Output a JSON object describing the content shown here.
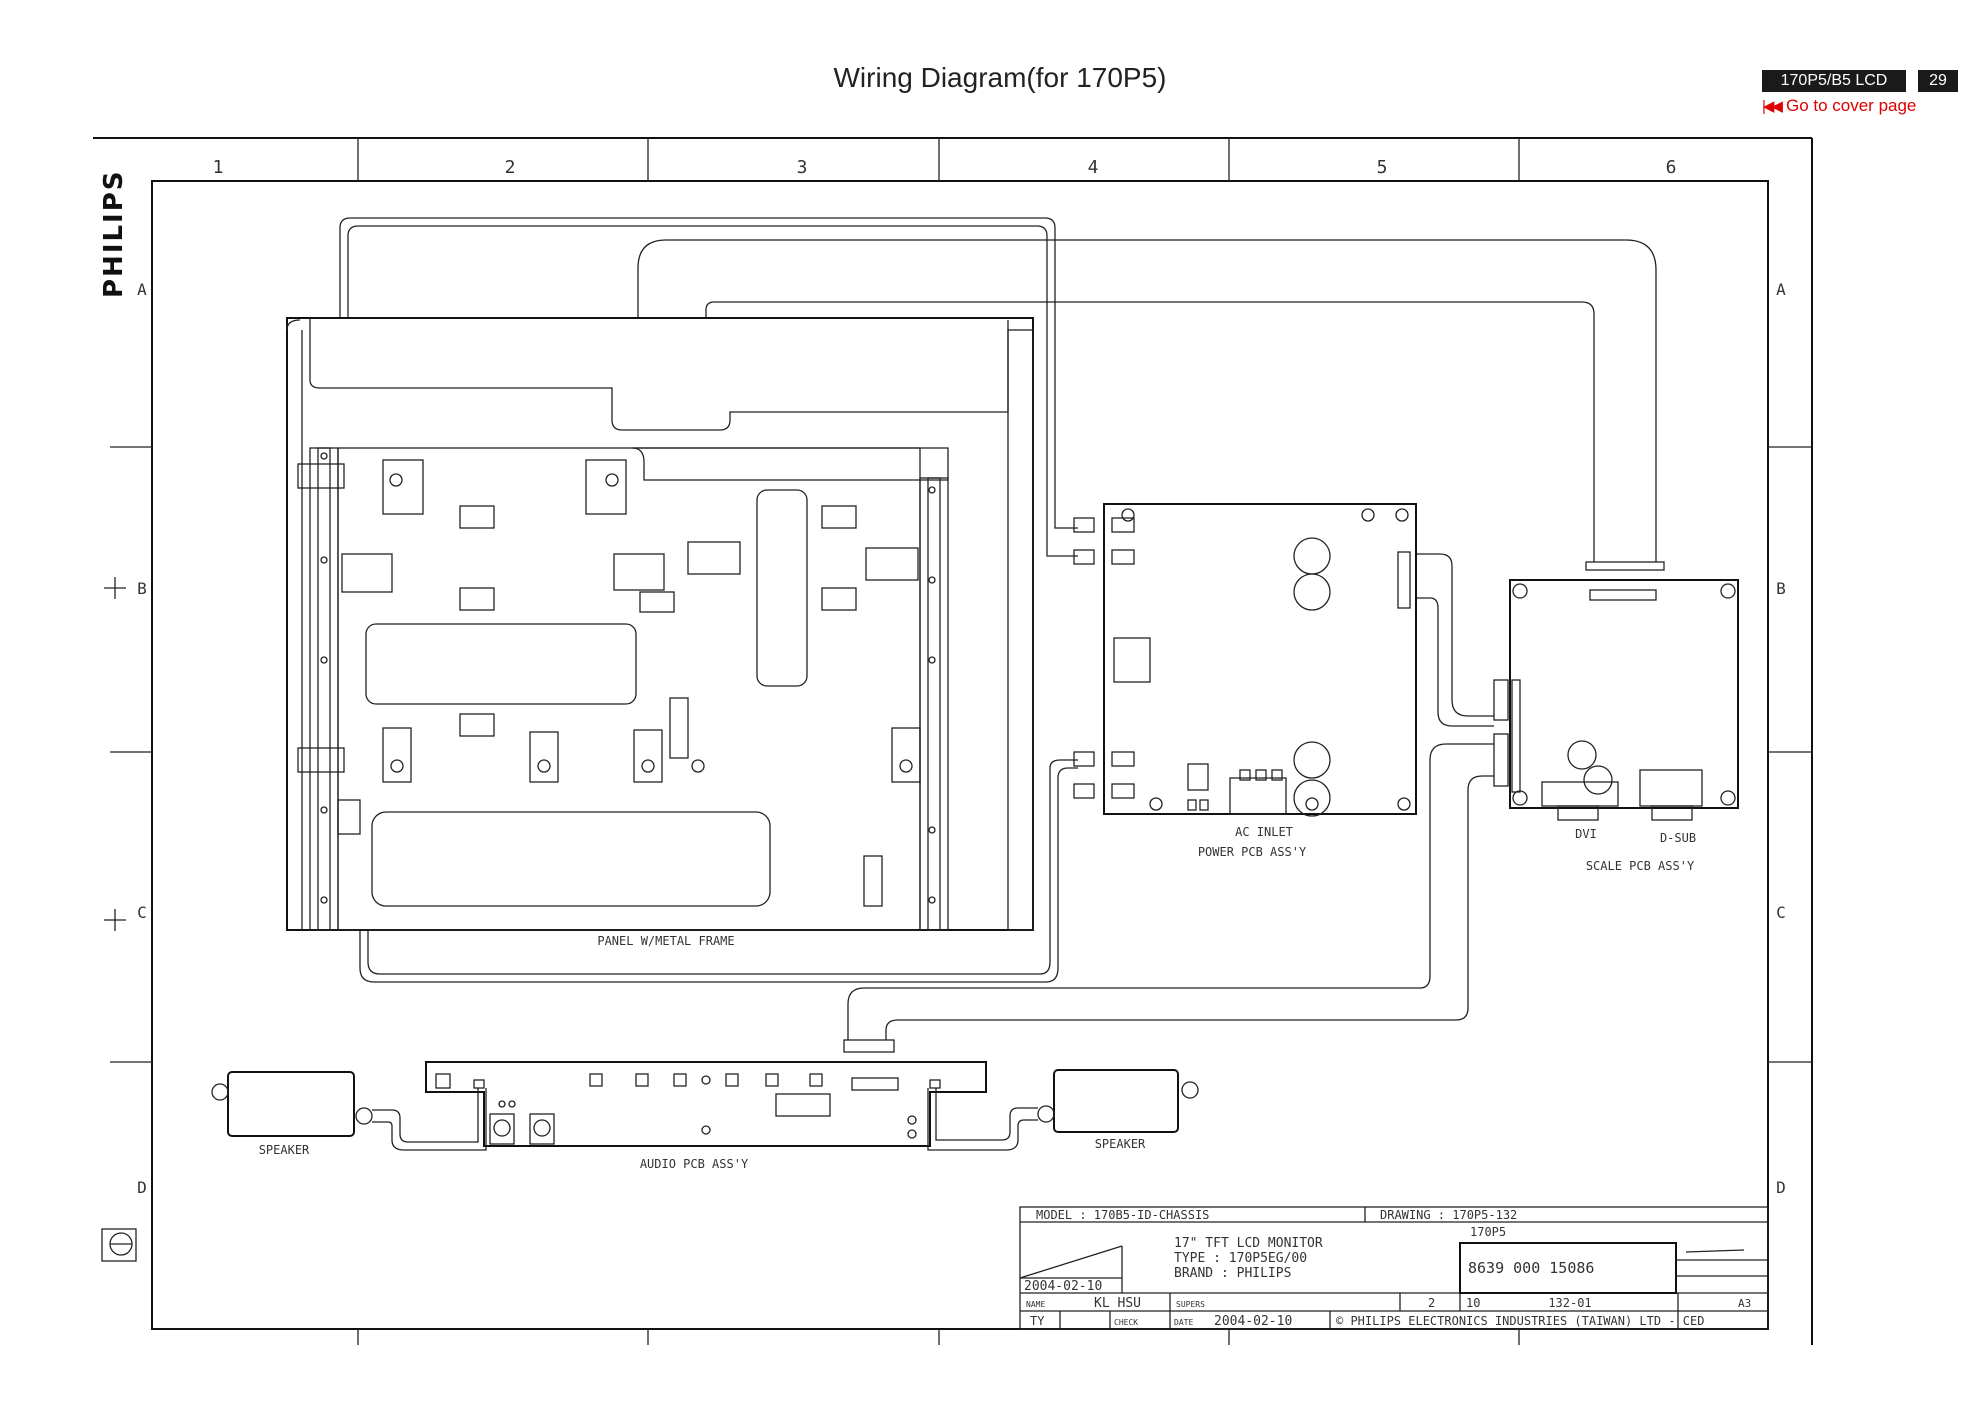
{
  "header": {
    "title": "Wiring Diagram(for 170P5)",
    "model_badge": "170P5/B5 LCD",
    "page_number": "29",
    "cover_link": "Go to cover page"
  },
  "logo": {
    "brand": "PHILIPS"
  },
  "grid": {
    "columns": [
      "1",
      "2",
      "3",
      "4",
      "5",
      "6"
    ],
    "rows": [
      "A",
      "B",
      "C",
      "D"
    ]
  },
  "components": {
    "panel": "PANEL W/METAL FRAME",
    "ac_inlet": "AC INLET",
    "power_pcb": "POWER PCB ASS'Y",
    "scale_pcb": "SCALE PCB ASS'Y",
    "dvi": "DVI",
    "dsub": "D-SUB",
    "speaker_left": "SPEAKER",
    "speaker_right": "SPEAKER",
    "audio_pcb": "AUDIO PCB ASS'Y"
  },
  "title_block": {
    "model": "MODEL : 170B5-ID-CHASSIS",
    "drawing": "DRAWING : 170P5-132",
    "drawing_sub": "170P5",
    "desc_line1": "17\" TFT LCD MONITOR",
    "desc_line2": "TYPE : 170P5EG/00",
    "desc_line3": "BRAND : PHILIPS",
    "part_number": "8639 000 15086",
    "date_left": "2004-02-10",
    "name_label": "NAME",
    "name_value": "KL HSU",
    "supers_label": "SUPERS",
    "sheet": "2",
    "sheets": "10",
    "code": "132-01",
    "size": "A3",
    "ty": "TY",
    "check_label": "CHECK",
    "date_label": "DATE",
    "date_value": "2004-02-10",
    "copyright": "© PHILIPS ELECTRONICS INDUSTRIES (TAIWAN) LTD - CED"
  }
}
